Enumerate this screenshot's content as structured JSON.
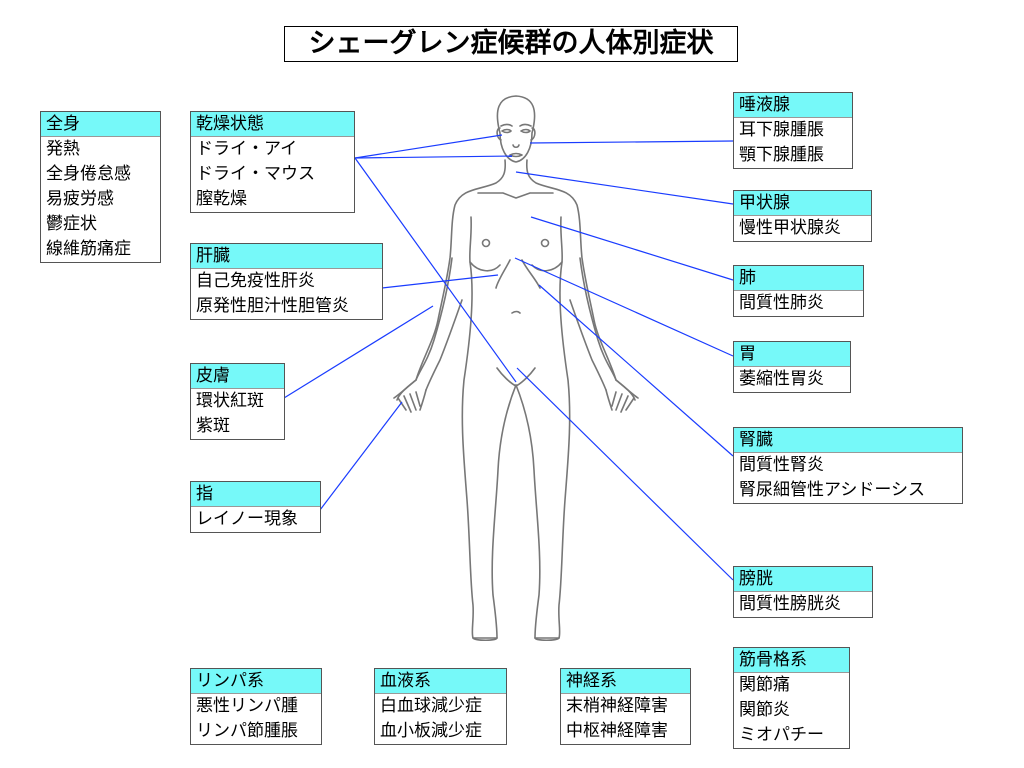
{
  "title": "シェーグレン症候群の人体別症状",
  "boxes": {
    "zenshin": {
      "header": "全身",
      "items": [
        "発熱",
        "全身倦怠感",
        "易疲労感",
        "鬱症状",
        "線維筋痛症"
      ]
    },
    "kansou": {
      "header": "乾燥状態",
      "items": [
        "ドライ・アイ",
        "ドライ・マウス",
        "膣乾燥"
      ]
    },
    "kanzou": {
      "header": "肝臓",
      "items": [
        "自己免疫性肝炎",
        "原発性胆汁性胆管炎"
      ]
    },
    "hifu": {
      "header": "皮膚",
      "items": [
        "環状紅斑",
        "紫斑"
      ]
    },
    "yubi": {
      "header": "指",
      "items": [
        "レイノー現象"
      ]
    },
    "daeki": {
      "header": "唾液腺",
      "items": [
        "耳下腺腫脹",
        "顎下腺腫脹"
      ]
    },
    "koujou": {
      "header": "甲状腺",
      "items": [
        "慢性甲状腺炎"
      ]
    },
    "hai": {
      "header": "肺",
      "items": [
        "間質性肺炎"
      ]
    },
    "i": {
      "header": "胃",
      "items": [
        "萎縮性胃炎"
      ]
    },
    "jinzou": {
      "header": "腎臓",
      "items": [
        "間質性腎炎",
        "腎尿細管性アシドーシス"
      ]
    },
    "boukou": {
      "header": "膀胱",
      "items": [
        "間質性膀胱炎"
      ]
    },
    "kinkotsu": {
      "header": "筋骨格系",
      "items": [
        "関節痛",
        "関節炎",
        "ミオパチー"
      ]
    },
    "lymph": {
      "header": "リンパ系",
      "items": [
        "悪性リンパ腫",
        "リンパ節腫脹"
      ]
    },
    "ketsueki": {
      "header": "血液系",
      "items": [
        "白血球減少症",
        "血小板減少症"
      ]
    },
    "shinkei": {
      "header": "神経系",
      "items": [
        "末梢神経障害",
        "中枢神経障害"
      ]
    }
  },
  "colors": {
    "header_bg": "#76f9f9",
    "leader_line": "#1a3cff"
  }
}
